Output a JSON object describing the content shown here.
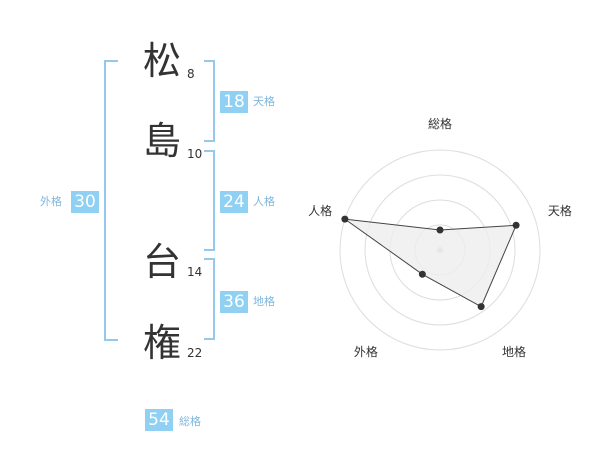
{
  "name": {
    "chars": [
      {
        "char": "松",
        "strokes": "8"
      },
      {
        "char": "島",
        "strokes": "10"
      },
      {
        "char": "台",
        "strokes": "14"
      },
      {
        "char": "権",
        "strokes": "22"
      }
    ]
  },
  "fortunes": {
    "tenkaku": {
      "value": "18",
      "label": "天格"
    },
    "jinkaku": {
      "value": "24",
      "label": "人格"
    },
    "chikaku": {
      "value": "36",
      "label": "地格"
    },
    "gaikaku": {
      "value": "30",
      "label": "外格"
    },
    "soukaku": {
      "value": "54",
      "label": "総格"
    }
  },
  "chart_data": {
    "type": "radar",
    "axes": [
      "総格",
      "天格",
      "地格",
      "外格",
      "人格"
    ],
    "values": [
      0.2,
      0.8,
      0.7,
      0.3,
      1.0
    ],
    "max": 1.0,
    "rings": 4,
    "fill_color": "#eeeeee",
    "line_color": "#444444",
    "ring_color": "#dddddd"
  }
}
